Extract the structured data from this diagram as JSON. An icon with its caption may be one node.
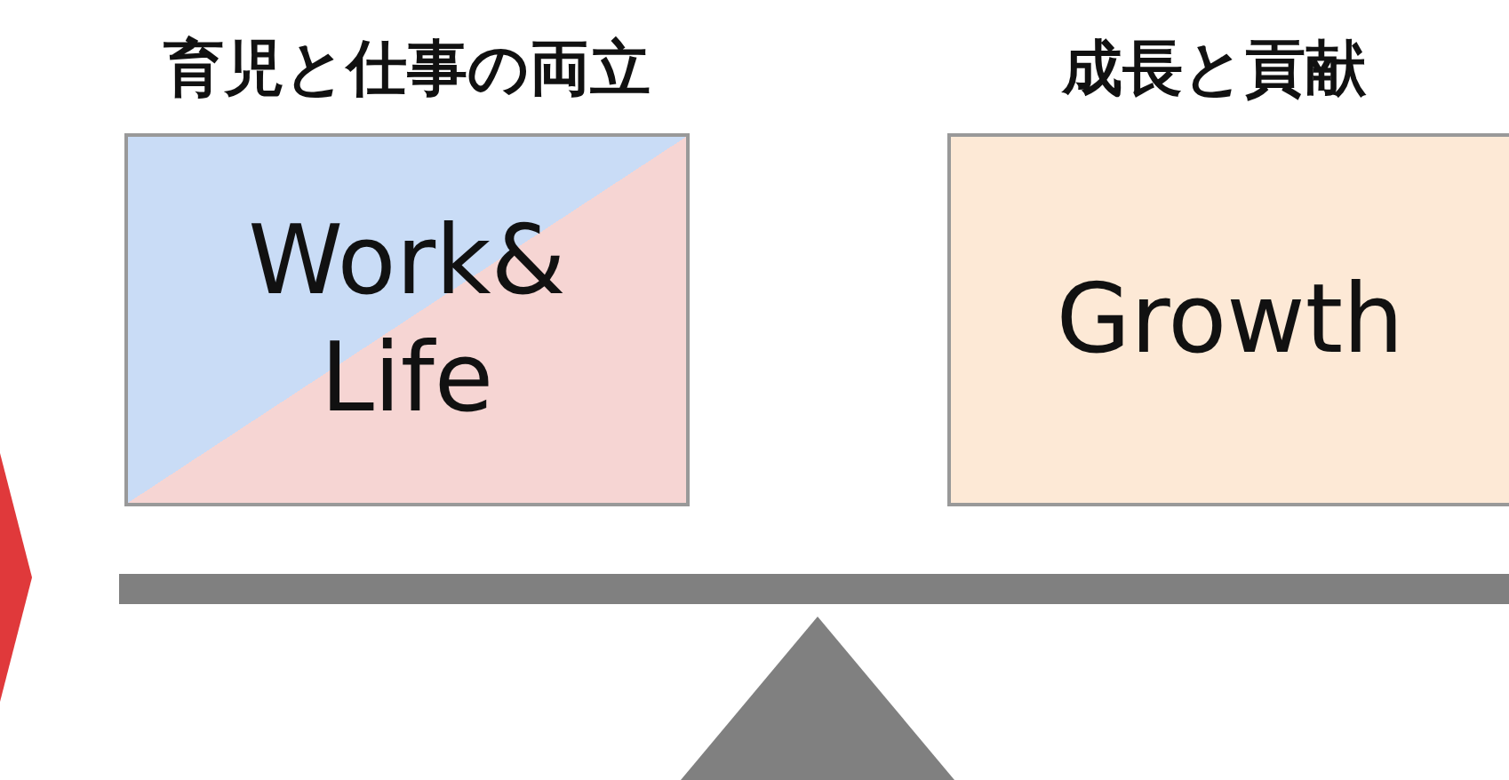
{
  "diagram": {
    "nodes": [
      {
        "text": [
          "育児と仕事の両立",
          "Work& Life"
        ]
      },
      {
        "text": [
          "成長と貢献",
          "Growth"
        ]
      }
    ]
  }
}
